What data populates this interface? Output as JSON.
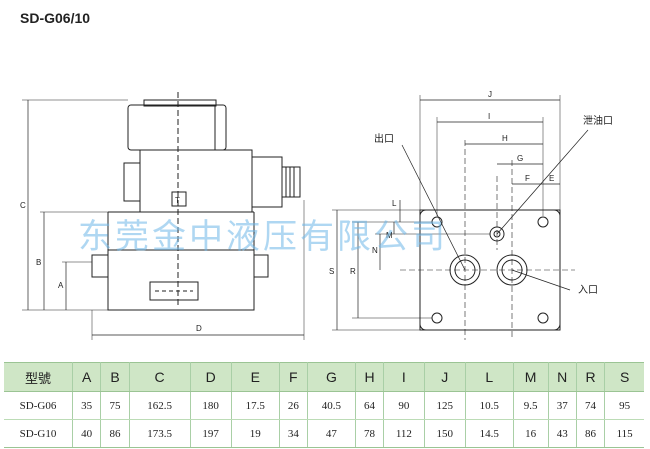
{
  "title": "SD-G06/10",
  "watermark": "东莞金中液压有限公司",
  "labels": {
    "outlet": "出口",
    "drain": "泄油口",
    "inlet": "入口",
    "t_mark": "T"
  },
  "dimension_letters": {
    "A": "A",
    "B": "B",
    "C": "C",
    "D": "D",
    "E": "E",
    "F": "F",
    "G": "G",
    "H": "H",
    "I": "I",
    "J": "J",
    "L": "L",
    "M": "M",
    "N": "N",
    "R": "R",
    "S": "S"
  },
  "table": {
    "headers": [
      "型號",
      "A",
      "B",
      "C",
      "D",
      "E",
      "F",
      "G",
      "H",
      "I",
      "J",
      "L",
      "M",
      "N",
      "R",
      "S"
    ],
    "rows": [
      [
        "SD-G06",
        "35",
        "75",
        "162.5",
        "180",
        "17.5",
        "26",
        "40.5",
        "64",
        "90",
        "125",
        "10.5",
        "9.5",
        "37",
        "74",
        "95"
      ],
      [
        "SD-G10",
        "40",
        "86",
        "173.5",
        "197",
        "19",
        "34",
        "47",
        "78",
        "112",
        "150",
        "14.5",
        "16",
        "43",
        "86",
        "115"
      ]
    ]
  }
}
